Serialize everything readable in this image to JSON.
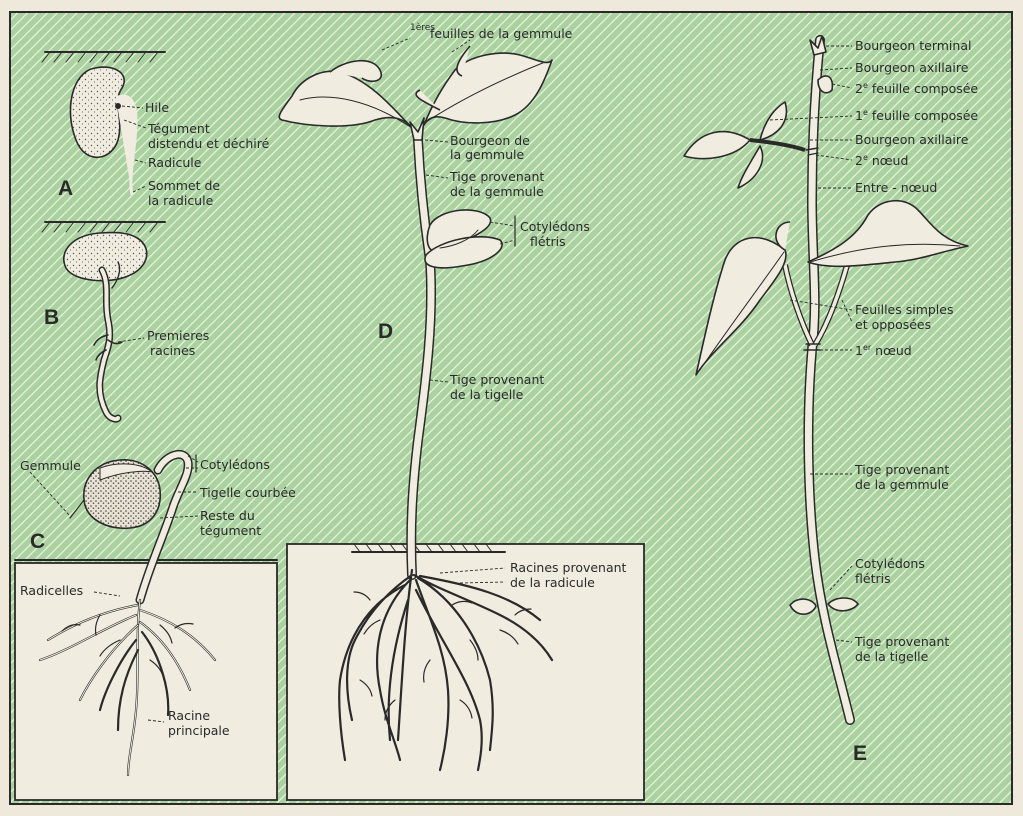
{
  "colors": {
    "background": "#a9d2a0",
    "hatch": "#f2f0e2",
    "paper": "#f1ece0",
    "ink": "#2a2a2a"
  },
  "panels": {
    "A": "A",
    "B": "B",
    "C": "C",
    "D": "D",
    "E": "E"
  },
  "labels_A": {
    "hile": "Hile",
    "tegument_1": "Tégument",
    "tegument_2": "distendu et déchiré",
    "radicule": "Radicule",
    "sommet_1": "Sommet de",
    "sommet_2": "la radicule"
  },
  "labels_B": {
    "racines_1": "Premieres",
    "racines_2": "racines"
  },
  "labels_C": {
    "gemmule": "Gemmule",
    "cotyledons": "Cotylédons",
    "tigelle": "Tigelle courbée",
    "reste_1": "Reste du",
    "reste_2": "tégument",
    "radicelles": "Radicelles",
    "racine_1": "Racine",
    "racine_2": "principale"
  },
  "labels_D": {
    "feuilles_sup": "1ères",
    "feuilles": "feuilles de la gemmule",
    "bourgeon_1": "Bourgeon de",
    "bourgeon_2": "la gemmule",
    "tige_gem_1": "Tige provenant",
    "tige_gem_2": "de la gemmule",
    "cotyl_1": "Cotylédons",
    "cotyl_2": "flétris",
    "tige_tig_1": "Tige provenant",
    "tige_tig_2": "de la tigelle",
    "racines_1": "Racines provenant",
    "racines_2": "de la radicule"
  },
  "labels_E": {
    "b_terminal": "Bourgeon terminal",
    "b_axillaire_1": "Bourgeon axillaire",
    "feuille2_num": "2",
    "feuille2_sup": "e",
    "feuille2": " feuille composée",
    "feuille1_num": "1",
    "feuille1_sup": "e",
    "feuille1": " feuille composée",
    "b_axillaire_2": "Bourgeon axillaire",
    "noeud2_num": "2",
    "noeud2_sup": "e",
    "noeud2": " nœud",
    "entre_noeud": "Entre - nœud",
    "simples_1": "Feuilles simples",
    "simples_2": "et opposées",
    "noeud1_num": "1",
    "noeud1_sup": "er",
    "noeud1": " nœud",
    "tige_gem_1": "Tige provenant",
    "tige_gem_2": "de la gemmule",
    "cotyl_1": "Cotylédons",
    "cotyl_2": "flétris",
    "tige_tig_1": "Tige provenant",
    "tige_tig_2": "de la tigelle"
  }
}
